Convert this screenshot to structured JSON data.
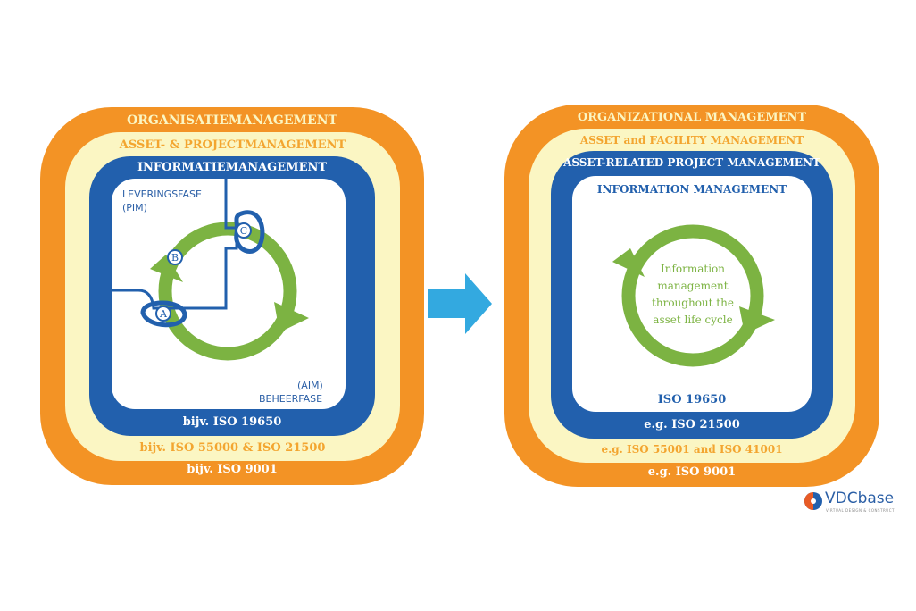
{
  "left": {
    "outer_label": "ORGANISATIEMANAGEMENT",
    "outer_bottom": "bijv. ISO 9001",
    "second_label": "ASSET- & PROJECTMANAGEMENT",
    "second_bottom": "bijv. ISO 55000 & ISO 21500",
    "info_label": "INFORMATIEMANAGEMENT",
    "info_bottom": "bijv. ISO 19650",
    "delivery_phase": "LEVERINGSFASE",
    "delivery_abbr": "(PIM)",
    "manage_abbr": "(AIM)",
    "manage_phase": "BEHEERFASE",
    "markers": [
      "A",
      "B",
      "C"
    ]
  },
  "right": {
    "outer_label": "ORGANIZATIONAL MANAGEMENT",
    "outer_bottom": "e.g. ISO 9001",
    "second_label": "ASSET and FACILITY MANAGEMENT",
    "second_bottom": "e.g. ISO 55001 and ISO 41001",
    "third_label": "ASSET-RELATED PROJECT MANAGEMENT",
    "third_bottom": "e.g. ISO 21500",
    "info_label": "INFORMATION MANAGEMENT",
    "info_bottom": "ISO 19650",
    "cycle_text_lines": [
      "Information",
      "management",
      "throughout the",
      "asset life cycle"
    ]
  },
  "logo": {
    "name": "VDCbase",
    "tagline": "VIRTUAL DESIGN & CONSTRUCT"
  },
  "colors": {
    "orange": "#f39325",
    "cream": "#fbf6c3",
    "blue": "#2260ad",
    "green": "#7cb342",
    "arrow": "#33a9e0",
    "light_orange_text": "#f3a530"
  }
}
